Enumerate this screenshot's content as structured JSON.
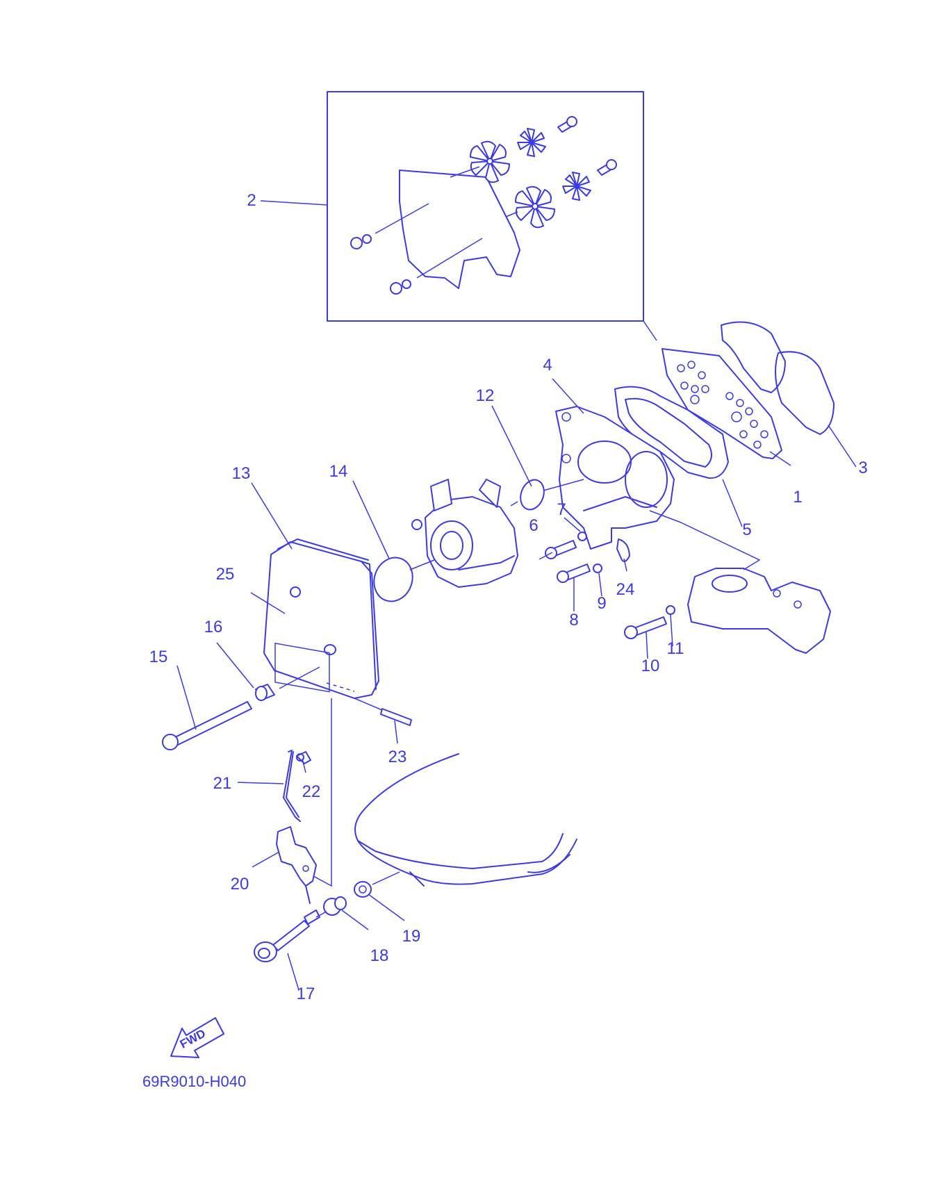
{
  "diagram_code": "69R9010-H040",
  "fwd_label": "FWD",
  "callouts": [
    "1",
    "2",
    "3",
    "4",
    "5",
    "6",
    "7",
    "8",
    "9",
    "10",
    "11",
    "12",
    "13",
    "14",
    "15",
    "16",
    "17",
    "18",
    "19",
    "20",
    "21",
    "22",
    "23",
    "24",
    "25"
  ],
  "line_color": "#3a3ae8"
}
